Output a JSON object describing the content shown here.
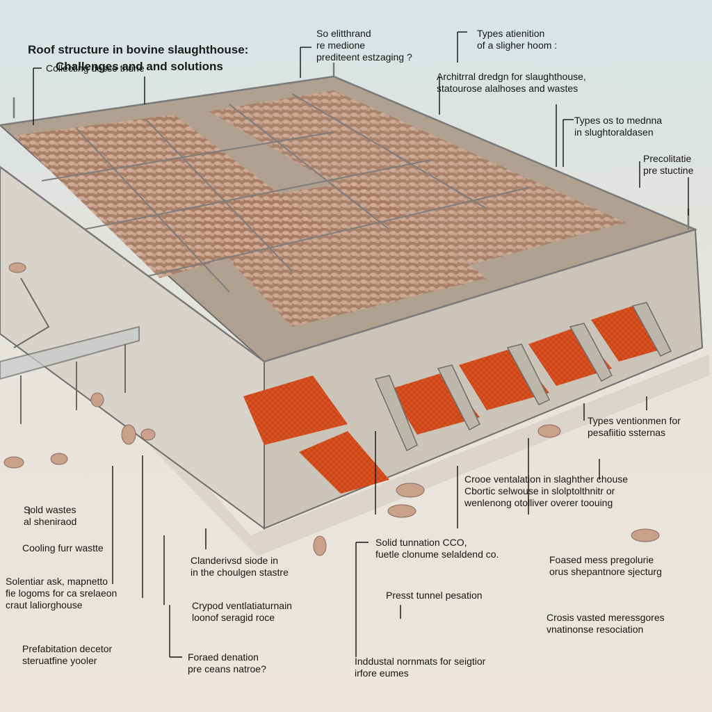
{
  "title": {
    "line1": "Roof structure in bovine slaughthouse:",
    "line2": "Challenges and and solutions"
  },
  "labels": {
    "cooling_design": "Collecting desse thune",
    "scientific": "So elitthrand\nre medione\nprediteent estzaging ?",
    "types_definition": "Types atienition\nof a sligher hoom :",
    "architectural": "Architrral dredgn for slaughthouse,\nstatourose alalhoses and wastes",
    "types_machines": "Types os to mednna\nin slughtoraldasen",
    "prefabricated": "Precolitatie\npre stuctine",
    "types_ventilation": "Types ventionmen for\npesafiitio ssternas",
    "cross_ventilation": "Crooe ventalation in slaghther chouse\nCbortic selwouse in slolptolthnitr or\nwenlenong otolliver overer toouing",
    "solid_wastes": "Sold wastes\nal sheniraod",
    "cooling_waste": "Cooling furr wastte",
    "solar_mapping": "Solentiar ask, mapnetto\nfie logoms for ca srelaeon\ncraut laliorghouse",
    "prefabricated_design": "Prefabitation decetor\nsteruatfine yooler",
    "clandestine_slide": "Clanderivsd siode in\nin the choulgen stastre",
    "crypod_ventilation": "Crypod ventlatiaturnain\nloonof seragid roce",
    "forced_ventilation": "Foraed denation\npre ceans natroe?",
    "solid_tunnel": "Solid tunnation CCO,\nfuetle clonume selaldend co.",
    "press_tunnel": "Presst tunnel pesation",
    "industrial_norms": "Inddustal nornmats for seigtior\nirfore eumes",
    "forced_mass": "Foased mess pregolurie\norus shepantnore sjecturg",
    "cross_wasted": "Crosis vasted meressgores\nvnatinonse resociation"
  },
  "colors": {
    "sky": "#d9e4e6",
    "ground": "#e8e4dc",
    "pen_floor": "#b8856a",
    "red_floor": "#d9521f",
    "steel": "#8a8a8a",
    "animal": "#c9a08a"
  }
}
